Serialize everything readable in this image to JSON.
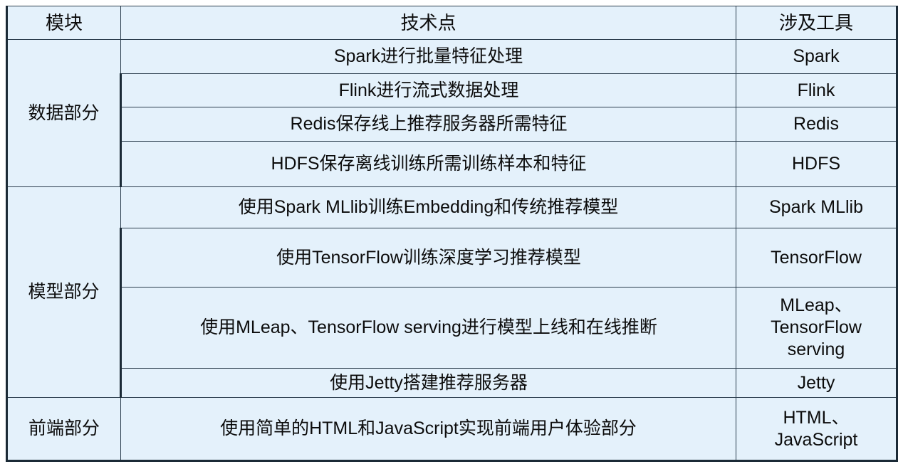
{
  "table": {
    "headers": {
      "module": "模块",
      "tech_point": "技术点",
      "tools": "涉及工具"
    },
    "groups": [
      {
        "module": "数据部分",
        "rows": [
          {
            "tech": "Spark进行批量特征处理",
            "tool": "Spark"
          },
          {
            "tech": "Flink进行流式数据处理",
            "tool": "Flink"
          },
          {
            "tech": "Redis保存线上推荐服务器所需特征",
            "tool": "Redis"
          },
          {
            "tech": "HDFS保存离线训练所需训练样本和特征",
            "tool": "HDFS"
          }
        ]
      },
      {
        "module": "模型部分",
        "rows": [
          {
            "tech": "使用Spark MLlib训练Embedding和传统推荐模型",
            "tool": "Spark MLlib"
          },
          {
            "tech": "使用TensorFlow训练深度学习推荐模型",
            "tool": "TensorFlow"
          },
          {
            "tech": "使用MLeap、TensorFlow serving进行模型上线和在线推断",
            "tool": "MLeap、\nTensorFlow\nserving"
          },
          {
            "tech": "使用Jetty搭建推荐服务器",
            "tool": "Jetty"
          }
        ]
      },
      {
        "module": "前端部分",
        "rows": [
          {
            "tech": "使用简单的HTML和JavaScript实现前端用户体验部分",
            "tool": "HTML、\nJavaScript"
          }
        ]
      }
    ]
  },
  "style": {
    "cell_background": "#e4f1fb",
    "border_color": "#1b2a36",
    "text_color": "#0c0c0c",
    "page_background": "#ffffff"
  }
}
